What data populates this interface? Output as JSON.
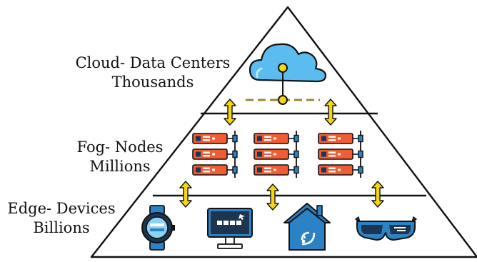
{
  "tiers": {
    "cloud": {
      "name": "Cloud- Data Centers",
      "count": "Thousands"
    },
    "fog": {
      "name": "Fog- Nodes",
      "count": "Millions"
    },
    "edge": {
      "name": "Edge- Devices",
      "count": "Billions"
    }
  },
  "icons": {
    "cloud": "cloud-network-icon",
    "fog": "server-rack-icon",
    "edge": [
      "smartwatch-icon",
      "monitor-icon",
      "smart-home-icon",
      "vr-glasses-icon"
    ],
    "links": "bidirectional-arrow-icon"
  },
  "colors": {
    "outline": "#111111",
    "cloud_fill": "#5bbcf0",
    "link_yellow": "#f5d60f",
    "server_red": "#f25c33",
    "server_blue": "#2b83c5",
    "dark_navy": "#1c3550"
  }
}
